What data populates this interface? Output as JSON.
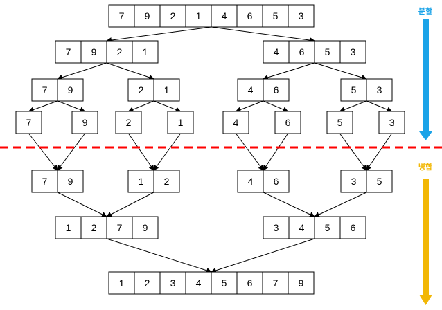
{
  "phases": {
    "split": {
      "label": "분할",
      "color": "#1aa3e8"
    },
    "merge": {
      "label": "병합",
      "color": "#f2b705"
    }
  },
  "divider_color": "#ff0000",
  "box_stroke": "#000000",
  "arrow_color": "#000000",
  "levels": [
    [
      [
        7,
        9,
        2,
        1,
        4,
        6,
        5,
        3
      ]
    ],
    [
      [
        7,
        9,
        2,
        1
      ],
      [
        4,
        6,
        5,
        3
      ]
    ],
    [
      [
        7,
        9
      ],
      [
        2,
        1
      ],
      [
        4,
        6
      ],
      [
        5,
        3
      ]
    ],
    [
      [
        7
      ],
      [
        9
      ],
      [
        2
      ],
      [
        1
      ],
      [
        4
      ],
      [
        6
      ],
      [
        5
      ],
      [
        3
      ]
    ],
    [
      [
        7,
        9
      ],
      [
        1,
        2
      ],
      [
        4,
        6
      ],
      [
        3,
        5
      ]
    ],
    [
      [
        1,
        2,
        7,
        9
      ],
      [
        3,
        4,
        5,
        6
      ]
    ],
    [
      [
        1,
        2,
        3,
        4,
        5,
        6,
        7,
        9
      ]
    ]
  ]
}
